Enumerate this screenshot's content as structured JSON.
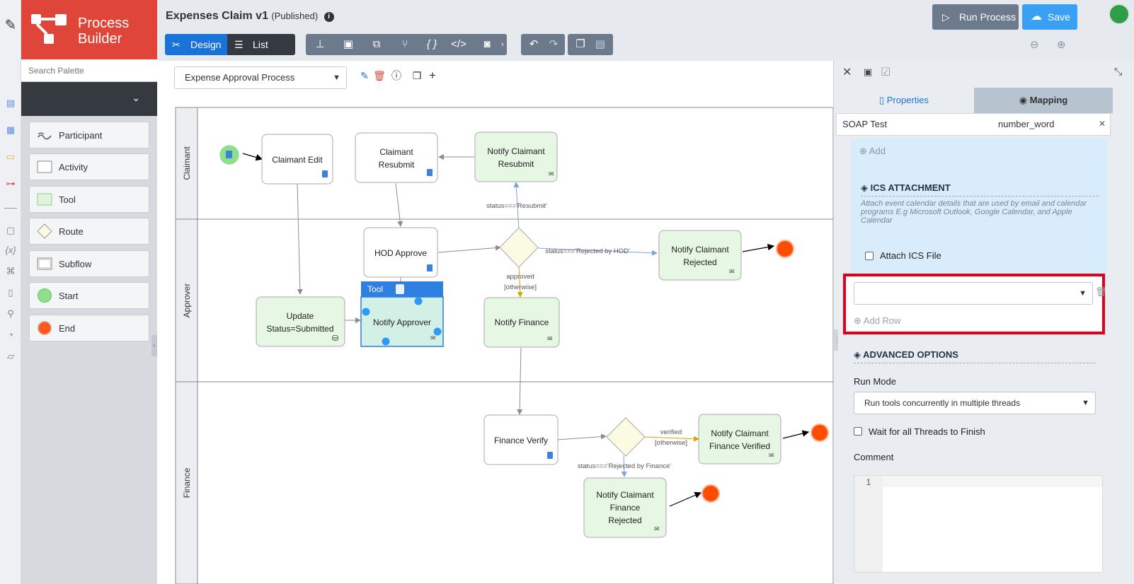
{
  "brand": {
    "name_line1": "Process",
    "name_line2": "Builder"
  },
  "palette": {
    "search_placeholder": "Search Palette",
    "items": [
      {
        "label": "Participant",
        "icon": "swimlane-icon"
      },
      {
        "label": "Activity",
        "icon": "activity-box-icon"
      },
      {
        "label": "Tool",
        "icon": "tool-box-icon"
      },
      {
        "label": "Route",
        "icon": "diamond-icon"
      },
      {
        "label": "Subflow",
        "icon": "subflow-box-icon"
      },
      {
        "label": "Start",
        "icon": "start-circle-icon"
      },
      {
        "label": "End",
        "icon": "end-circle-icon"
      }
    ]
  },
  "header": {
    "title": "Expenses Claim v1",
    "status": "(Published)",
    "design_label": "Design",
    "listview_label": "List View",
    "run_label": "Run Process",
    "save_label": "Save"
  },
  "canvas": {
    "process_select": "Expense Approval Process",
    "lanes": [
      "Claimant",
      "Approver",
      "Finance"
    ],
    "nodes": {
      "claimant_edit": "Claimant Edit",
      "claimant_resubmit_1": "Claimant",
      "claimant_resubmit_2": "Resubmit",
      "notify_resubmit_1": "Notify Claimant",
      "notify_resubmit_2": "Resubmit",
      "hod_approve": "HOD Approve",
      "notify_rejected_1": "Notify Claimant",
      "notify_rejected_2": "Rejected",
      "update_status_1": "Update",
      "update_status_2": "Status=Submitted",
      "notify_approver": "Notify Approver",
      "notify_finance": "Notify Finance",
      "finance_verify": "Finance Verify",
      "notify_verified_1": "Notify Claimant",
      "notify_verified_2": "Finance Verified",
      "notify_fin_rejected_1": "Notify Claimant",
      "notify_fin_rejected_2": "Finance",
      "notify_fin_rejected_3": "Rejected",
      "selected_tag": "Tool"
    },
    "edge_labels": {
      "resubmit": "status==='Resubmit'",
      "rejected_hod": "status==='Rejected by HOD'",
      "approved": "approved",
      "otherwise_1": "[otherwise]",
      "verified": "verified",
      "otherwise_2": "[otherwise]",
      "rejected_finance": "status==='Rejected by Finance'"
    }
  },
  "props": {
    "tab_properties": "Properties",
    "tab_mapping": "Mapping",
    "tool_name": "SOAP Test",
    "tool_value": "number_word",
    "add_label": "Add",
    "ics_title": "ICS ATTACHMENT",
    "ics_desc": "Attach event calendar details that are used by email and calendar programs E.g Microsoft Outlook, Google Calendar, and Apple Calendar",
    "attach_ics_label": "Attach ICS File",
    "row_select_value": "",
    "add_row_label": "Add Row",
    "advanced_title": "ADVANCED OPTIONS",
    "run_mode_label": "Run Mode",
    "run_mode_value": "Run tools concurrently in multiple threads",
    "wait_label": "Wait for all Threads to Finish",
    "comment_label": "Comment",
    "line_number": "1"
  },
  "colors": {
    "brand_red": "#e0453a",
    "design_blue": "#1a73d9",
    "save_blue": "#3aa0f3",
    "tool_green": "#e6f7e3",
    "start_green": "#8fe08a",
    "end_red": "#ff4d00",
    "highlight_red": "#e0001b"
  }
}
